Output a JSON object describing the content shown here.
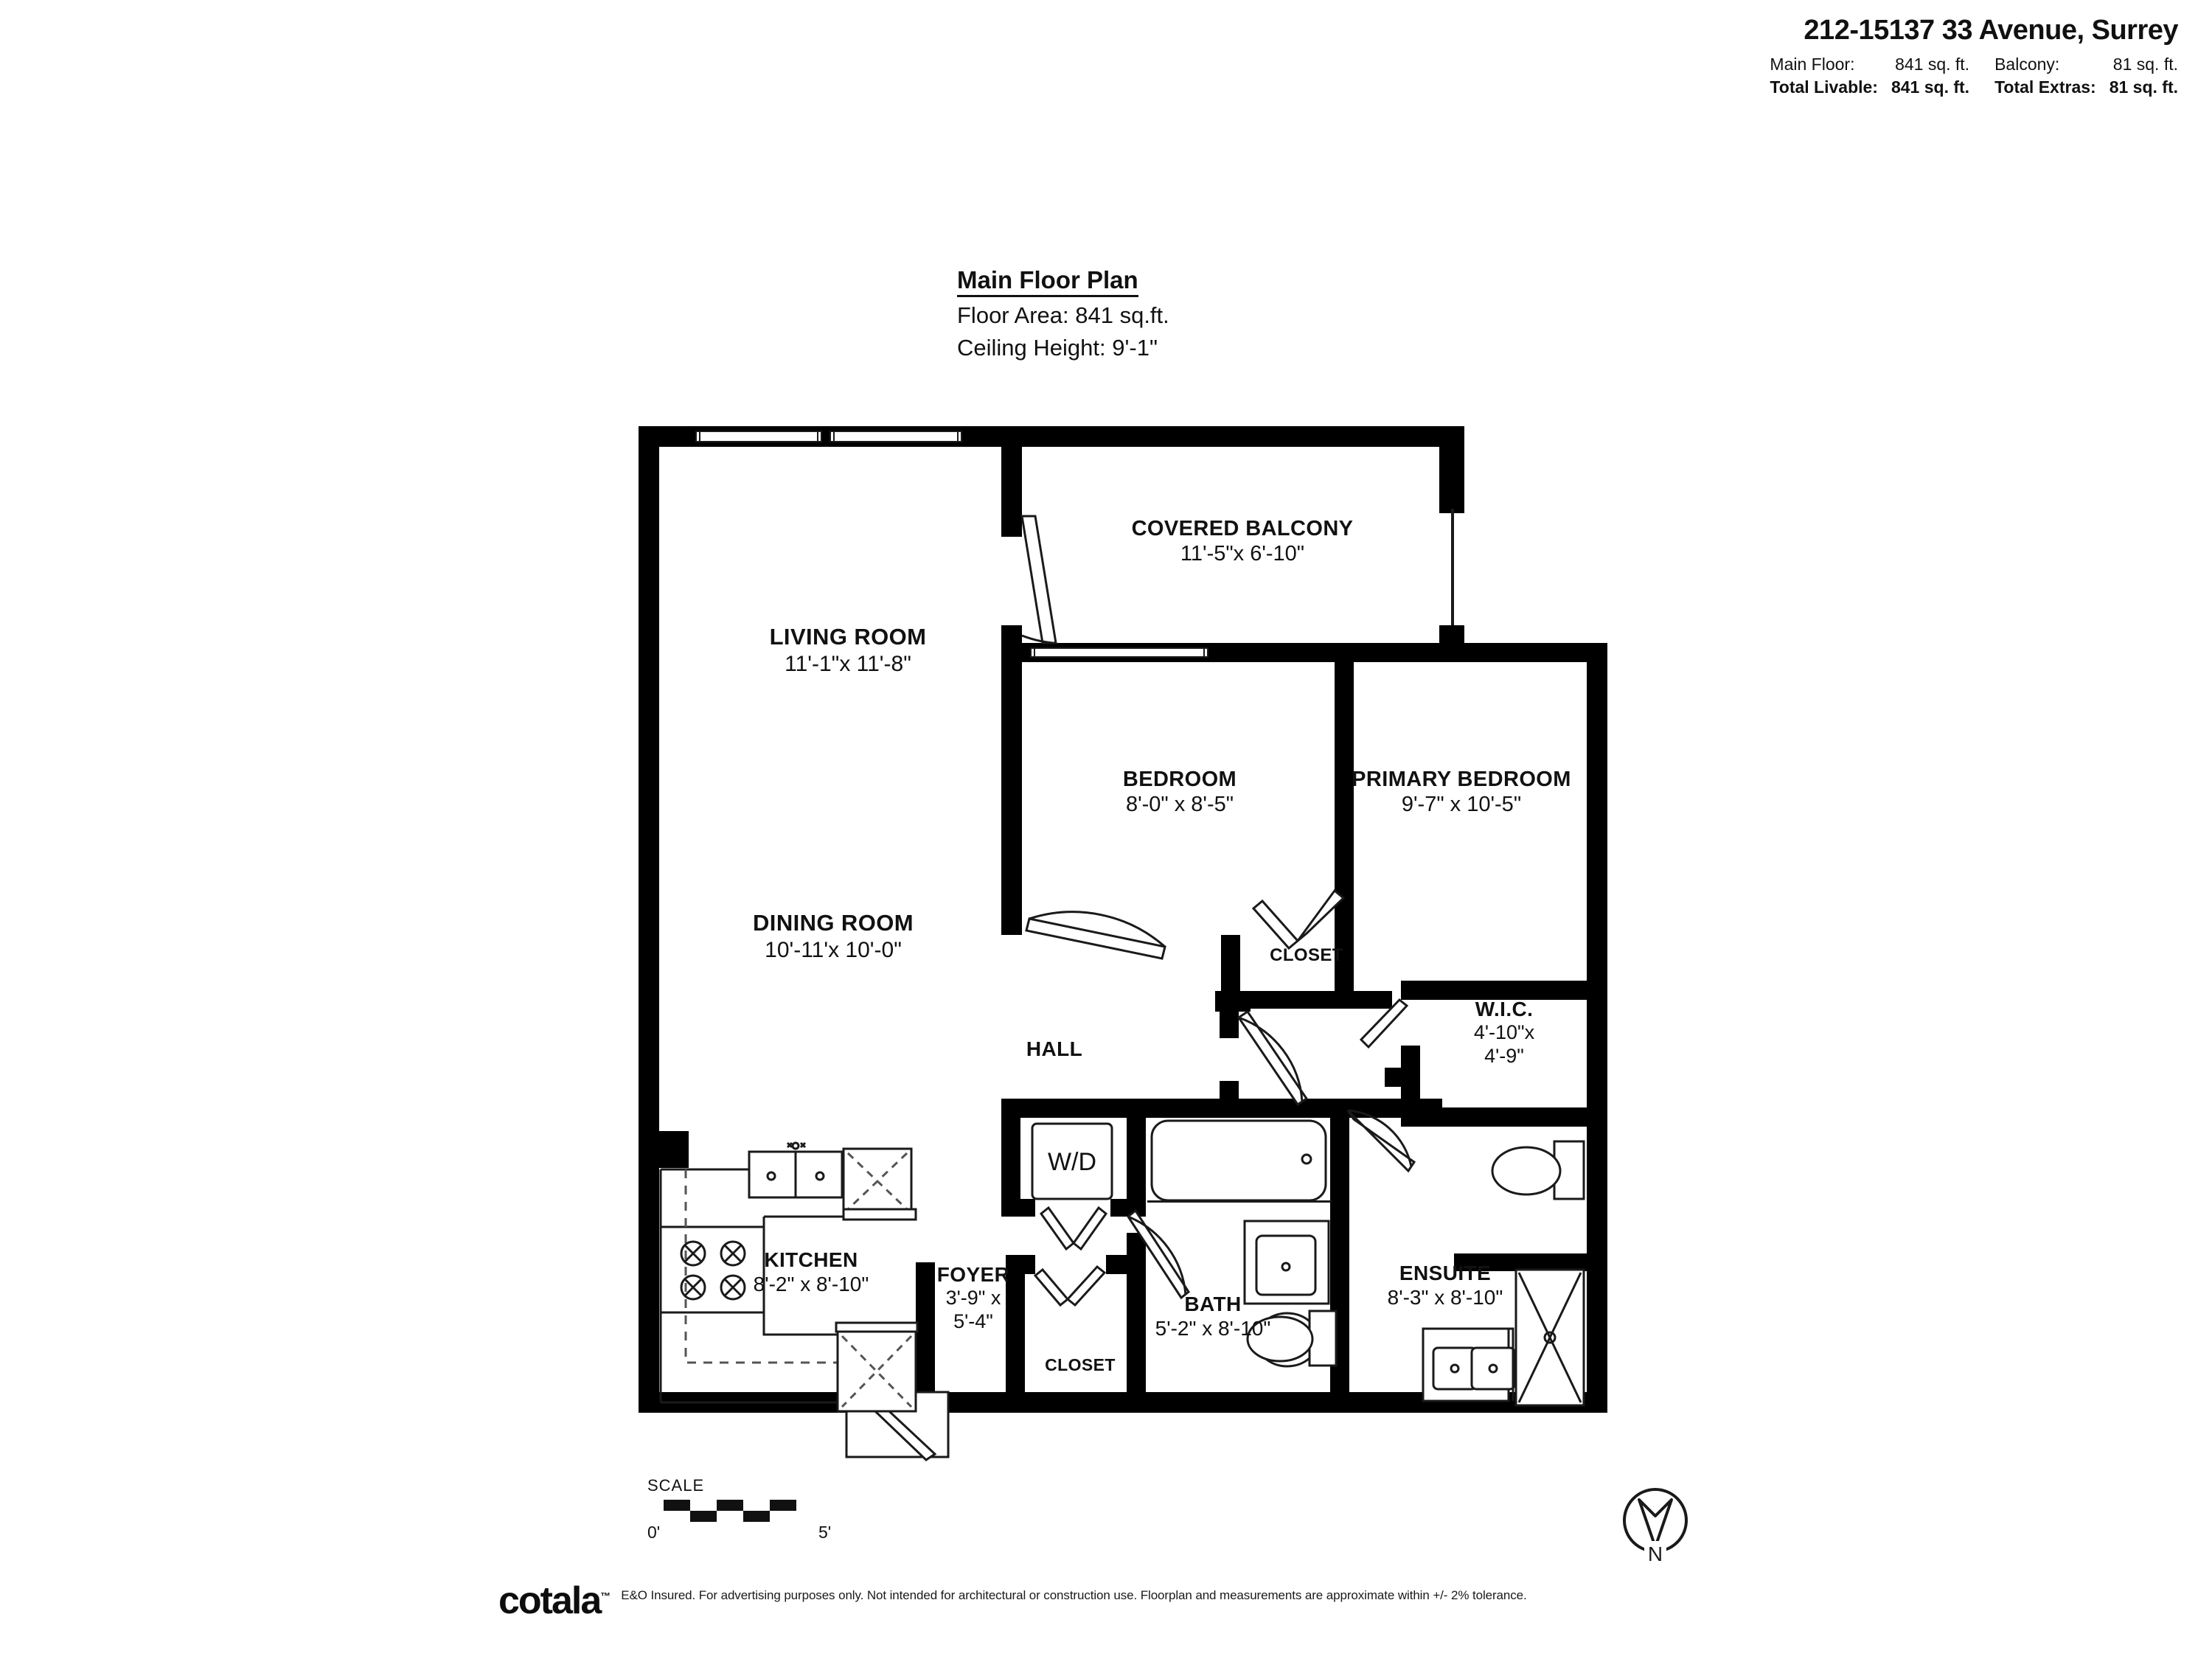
{
  "header": {
    "address": "212-15137 33 Avenue, Surrey",
    "rows": [
      {
        "label": "Main Floor:",
        "value": "841 sq. ft.",
        "label2": "Balcony:",
        "value2": "81 sq. ft."
      },
      {
        "label": "Total Livable:",
        "value": "841 sq. ft.",
        "label2": "Total Extras:",
        "value2": "81 sq. ft."
      }
    ]
  },
  "plan_title": {
    "title": "Main Floor Plan",
    "floor_area": "Floor Area: 841 sq.ft.",
    "ceiling_height": "Ceiling Height: 9'-1\""
  },
  "rooms": [
    {
      "name": "LIVING ROOM",
      "dims": "11'-1\"x 11'-8\""
    },
    {
      "name": "COVERED BALCONY",
      "dims": "11'-5\"x 6'-10\""
    },
    {
      "name": "BEDROOM",
      "dims": "8'-0\" x  8'-5\""
    },
    {
      "name": "PRIMARY BEDROOM",
      "dims": "9'-7\" x 10'-5\""
    },
    {
      "name": "DINING ROOM",
      "dims": "10'-11'x 10'-0\""
    },
    {
      "name": "CLOSET",
      "dims": ""
    },
    {
      "name": "HALL",
      "dims": ""
    },
    {
      "name": "W.I.C.",
      "dims": "4'-10\"x",
      "dims2": "4'-9\""
    },
    {
      "name": "KITCHEN",
      "dims": "8'-2\" x 8'-10\""
    },
    {
      "name": "FOYER",
      "dims": "3'-9\" x",
      "dims2": "5'-4\""
    },
    {
      "name": "BATH",
      "dims": "5'-2\" x 8'-10\""
    },
    {
      "name": "ENSUITE",
      "dims": "8'-3\" x 8'-10\""
    },
    {
      "name": "CLOSET",
      "dims": ""
    },
    {
      "name": "W/D",
      "dims": ""
    }
  ],
  "scale": {
    "label": "SCALE",
    "start": "0'",
    "end": "5'"
  },
  "compass": {
    "label": "N"
  },
  "footer": {
    "logo": "cotala",
    "logo_tm": "™",
    "disclaimer": "E&O Insured. For advertising purposes only. Not intended for architectural or construction use. Floorplan and measurements are approximate within +/- 2% tolerance."
  },
  "colors": {
    "ink": "#111111",
    "wall": "#000000",
    "paper": "#ffffff"
  }
}
